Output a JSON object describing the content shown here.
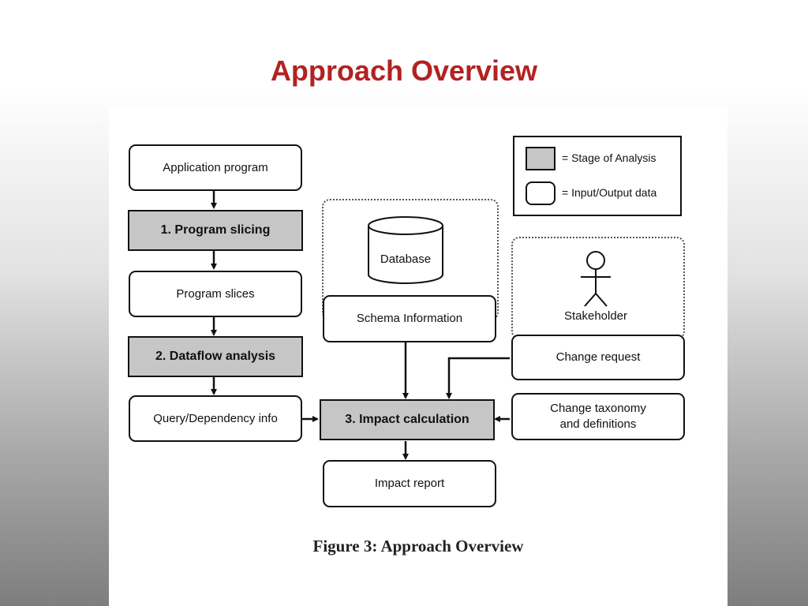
{
  "slide": {
    "title": "Approach Overview"
  },
  "diagram": {
    "nodes": {
      "application_program": "Application program",
      "program_slicing": "1. Program slicing",
      "program_slices": "Program slices",
      "dataflow_analysis": "2. Dataflow analysis",
      "query_dependency_info": "Query/Dependency info",
      "database": "Database",
      "schema_information": "Schema Information",
      "stakeholder": "Stakeholder",
      "change_request": "Change request",
      "change_taxonomy_line1": "Change taxonomy",
      "change_taxonomy_line2": "and definitions",
      "impact_calculation": "3. Impact calculation",
      "impact_report": "Impact report"
    },
    "legend": {
      "stage": "= Stage of Analysis",
      "io": "= Input/Output data"
    },
    "caption": "Figure 3:  Approach Overview",
    "colors": {
      "title": "#b22222",
      "stage_fill": "#c6c6c6"
    }
  }
}
